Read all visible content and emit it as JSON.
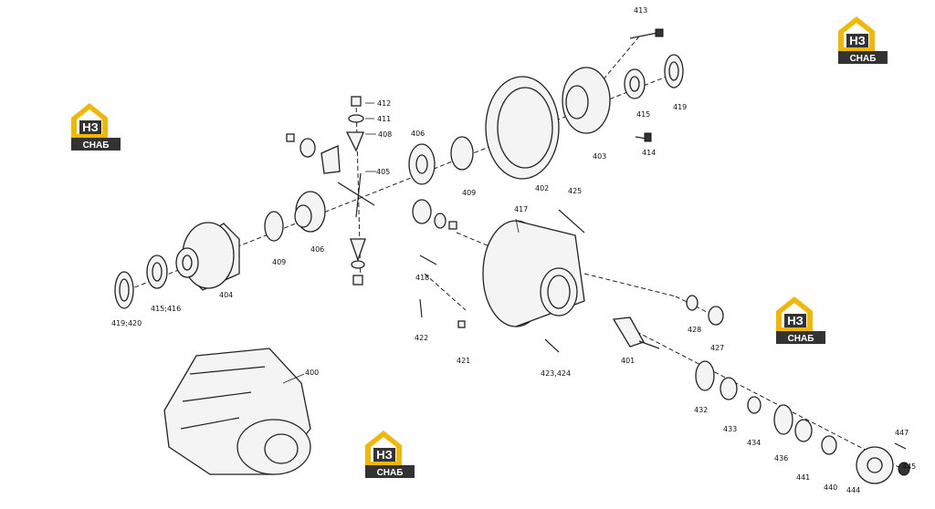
{
  "brand": {
    "logo_text_top": "НЗ",
    "logo_text_bottom": "СНАБ",
    "accent": "#f2b705",
    "dark": "#333333"
  },
  "parts": {
    "p400": "400",
    "p401": "401",
    "p402": "402",
    "p403": "403",
    "p404": "404",
    "p405": "405",
    "p406a": "406",
    "p406b": "406",
    "p408": "408",
    "p409a": "409",
    "p409b": "409",
    "p411": "411",
    "p412": "412",
    "p413": "413",
    "p414": "414",
    "p415": "415",
    "p415416": "415;416",
    "p417": "417",
    "p418": "418",
    "p419": "419",
    "p419420": "419;420",
    "p421": "421",
    "p422": "422",
    "p423424": "423,424",
    "p425": "425",
    "p427": "427",
    "p428": "428",
    "p432": "432",
    "p433": "433",
    "p434": "434",
    "p436": "436",
    "p440": "440",
    "p441": "441",
    "p444": "444",
    "p445": "445",
    "p447": "447"
  }
}
